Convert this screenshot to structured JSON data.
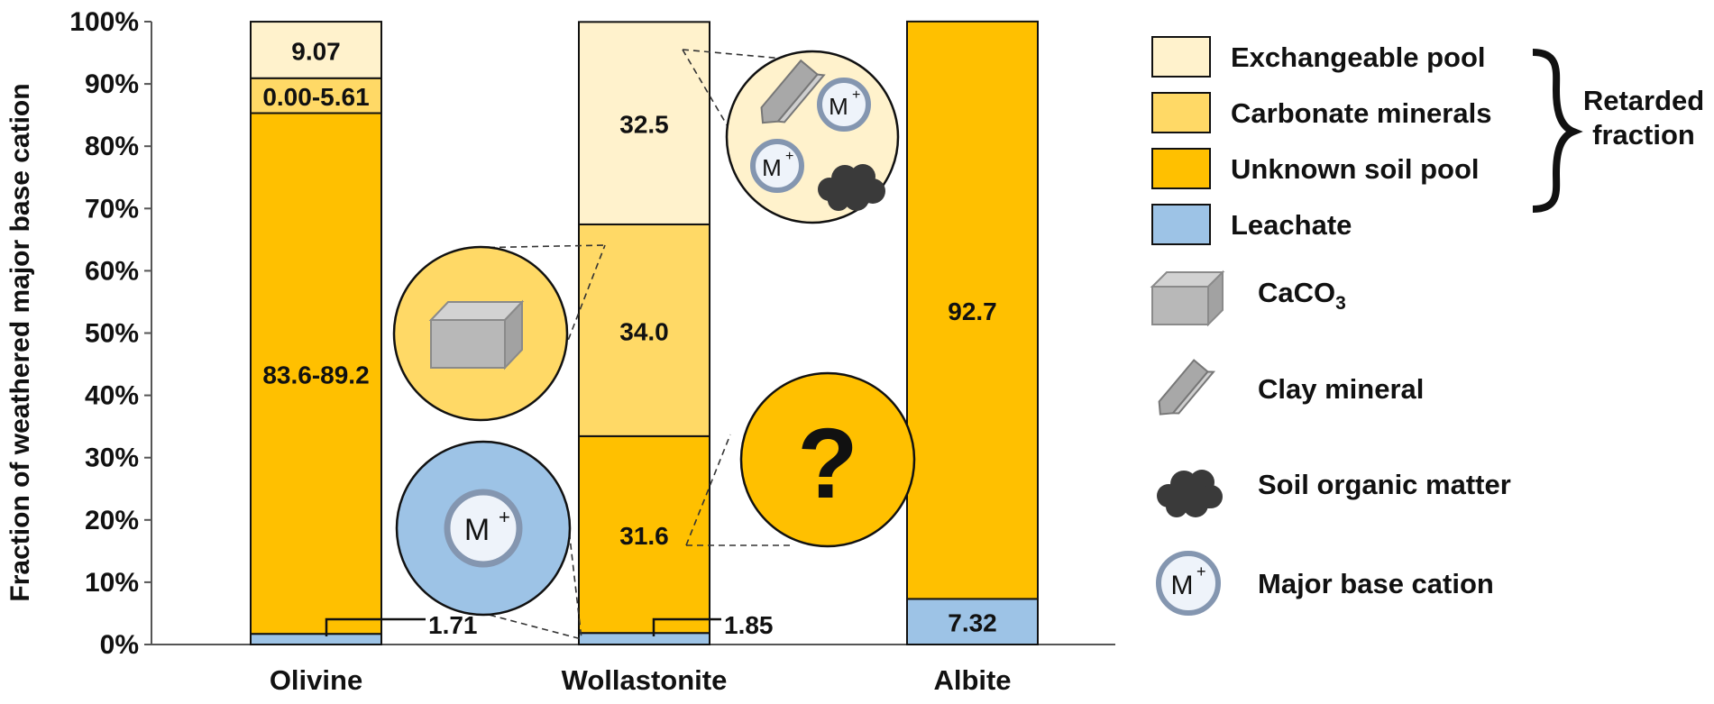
{
  "chart_data": {
    "type": "bar",
    "stacked": true,
    "ylabel": "Fraction of weathered major base cation",
    "ylim": [
      0,
      100
    ],
    "yticks": [
      "0%",
      "10%",
      "20%",
      "30%",
      "40%",
      "50%",
      "60%",
      "70%",
      "80%",
      "90%",
      "100%"
    ],
    "categories": [
      "Olivine",
      "Wollastonite",
      "Albite"
    ],
    "series": [
      {
        "name": "Leachate",
        "color": "#9dc3e6",
        "values": [
          1.71,
          1.85,
          7.32
        ]
      },
      {
        "name": "Unknown soil pool",
        "color": "#ffc000",
        "values": [
          83.6,
          31.6,
          92.7
        ]
      },
      {
        "name": "Carbonate minerals",
        "color": "#ffd966",
        "values": [
          5.61,
          34.0,
          0
        ]
      },
      {
        "name": "Exchangeable pool",
        "color": "#fff2cc",
        "values": [
          9.07,
          32.5,
          0
        ]
      }
    ],
    "segment_labels": [
      [
        "1.71",
        "83.6-89.2",
        "0.00-5.61",
        "9.07"
      ],
      [
        "1.85",
        "31.6",
        "34.0",
        "32.5"
      ],
      [
        "7.32",
        "92.7",
        "",
        ""
      ]
    ],
    "legend": {
      "position": "right",
      "entries": [
        {
          "label": "Exchangeable pool",
          "color": "#fff2cc"
        },
        {
          "label": "Carbonate minerals",
          "color": "#ffd966"
        },
        {
          "label": "Unknown soil pool",
          "color": "#ffc000"
        },
        {
          "label": "Leachate",
          "color": "#9dc3e6"
        }
      ],
      "bracket_label": [
        "Retarded",
        "fraction"
      ],
      "icon_entries": [
        {
          "icon": "caco3-block-icon",
          "label": "CaCO",
          "subscript": "3"
        },
        {
          "icon": "clay-mineral-icon",
          "label": "Clay mineral"
        },
        {
          "icon": "soil-organic-matter-icon",
          "label": "Soil organic matter"
        },
        {
          "icon": "base-cation-icon",
          "label": "Major base cation"
        }
      ]
    },
    "insets": {
      "cation_symbol": "M",
      "cation_charge": "+",
      "unknown_symbol": "?"
    }
  }
}
